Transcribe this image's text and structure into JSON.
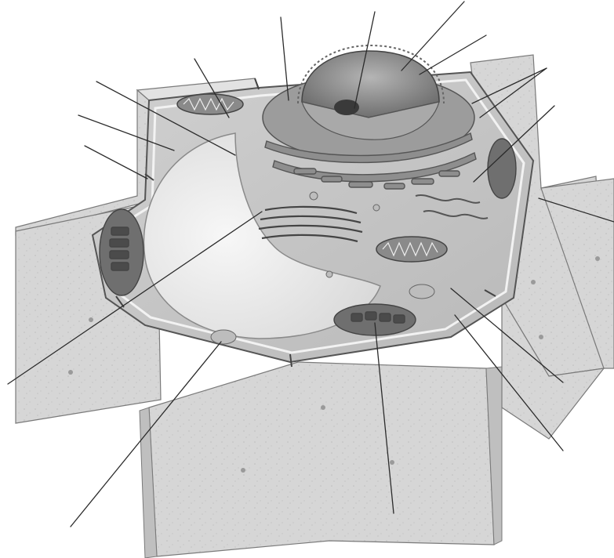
{
  "diagram": {
    "kind": "unlabeled plant cell cutaway",
    "palette": {
      "background": "#ffffff",
      "wall": "#d6d6d6",
      "wall_edge": "#7a7a7a",
      "wall_speckle": "#bdbdbd",
      "cytoplasm": "#c7c7c7",
      "vacuole": "#ececec",
      "nucleus": "#8a8a8a",
      "nucleolus": "#3a3a3a",
      "organelle_dark": "#5d5d5d",
      "leader": "#2b2b2b"
    },
    "structures": [
      "cell-wall",
      "plasma-membrane",
      "central-vacuole",
      "nucleus",
      "nucleolus",
      "nuclear-envelope",
      "rough-er",
      "smooth-er",
      "golgi-apparatus",
      "mitochondrion",
      "chloroplast",
      "plasmodesmata",
      "cytoplasm"
    ],
    "leader_line_count": 17,
    "labels": []
  }
}
